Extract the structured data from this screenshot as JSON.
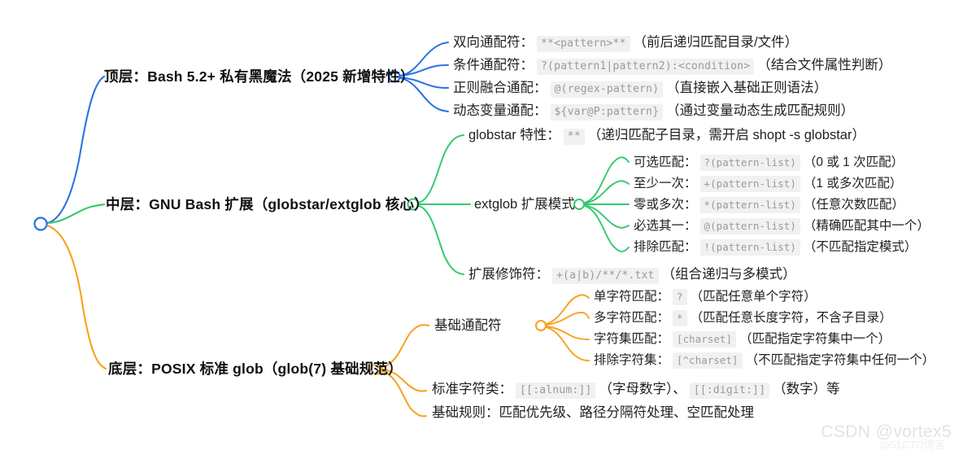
{
  "meta": {
    "colors": {
      "root": "#2a72e5",
      "branch_top": "#2a72e5",
      "branch_mid": "#35c96c",
      "branch_bottom": "#f9a11b",
      "text": "#1f1f1f",
      "code_bg": "#f1f1f1",
      "code_text": "#9a9a9a",
      "background": "#ffffff",
      "watermark": "#e3e3e6"
    }
  },
  "watermark": {
    "primary": "CSDN @vortex5",
    "secondary": "@51CTO博客"
  },
  "mindmap": {
    "root": {
      "label": ""
    },
    "branches": [
      {
        "id": "top",
        "color": "#2a72e5",
        "title": "顶层：Bash 5.2+ 私有黑魔法（2025 新增特性）",
        "children": [
          {
            "label": "双向通配符：",
            "code": "**<pattern>**",
            "note": "（前后递归匹配目录/文件）"
          },
          {
            "label": "条件通配符：",
            "code": "?(pattern1|pattern2):<condition>",
            "note": "（结合文件属性判断）"
          },
          {
            "label": "正则融合通配：",
            "code": "@(regex-pattern)",
            "note": "（直接嵌入基础正则语法）"
          },
          {
            "label": "动态变量通配：",
            "code": "${var@P:pattern}",
            "note": "（通过变量动态生成匹配规则）"
          }
        ]
      },
      {
        "id": "mid",
        "color": "#35c96c",
        "title": "中层：GNU Bash 扩展（globstar/extglob 核心）",
        "children": [
          {
            "label": "globstar 特性：",
            "code": "**",
            "note": "（递归匹配子目录，需开启 shopt -s globstar）"
          },
          {
            "label": "extglob 扩展模式",
            "code": "",
            "note": "",
            "children": [
              {
                "label": "可选匹配：",
                "code": "?(pattern-list)",
                "note": "（0 或 1 次匹配）"
              },
              {
                "label": "至少一次：",
                "code": "+(pattern-list)",
                "note": "（1 或多次匹配）"
              },
              {
                "label": "零或多次：",
                "code": "*(pattern-list)",
                "note": "（任意次数匹配）"
              },
              {
                "label": "必选其一：",
                "code": "@(pattern-list)",
                "note": "（精确匹配其中一个）"
              },
              {
                "label": "排除匹配：",
                "code": "!(pattern-list)",
                "note": "（不匹配指定模式）"
              }
            ]
          },
          {
            "label": "扩展修饰符：",
            "code": "+(a|b)/**/*.txt",
            "note": "（组合递归与多模式）"
          }
        ]
      },
      {
        "id": "bottom",
        "color": "#f9a11b",
        "title": "底层：POSIX 标准 glob（glob(7) 基础规范）",
        "children": [
          {
            "label": "基础通配符",
            "code": "",
            "note": "",
            "children": [
              {
                "label": "单字符匹配：",
                "code": "?",
                "note": "（匹配任意单个字符）"
              },
              {
                "label": "多字符匹配：",
                "code": "*",
                "note": "（匹配任意长度字符，不含子目录）"
              },
              {
                "label": "字符集匹配：",
                "code": "[charset]",
                "note": "（匹配指定字符集中一个）"
              },
              {
                "label": "排除字符集：",
                "code": "[^charset]",
                "note": "（不匹配指定字符集中任何一个）"
              }
            ]
          },
          {
            "label": "标准字符类：",
            "code": "[[:alnum:]]",
            "note": "（字母数字）、",
            "code2": "[[:digit:]]",
            "note2": "（数字）等"
          },
          {
            "label": "基础规则：匹配优先级、路径分隔符处理、空匹配处理",
            "code": "",
            "note": ""
          }
        ]
      }
    ]
  }
}
